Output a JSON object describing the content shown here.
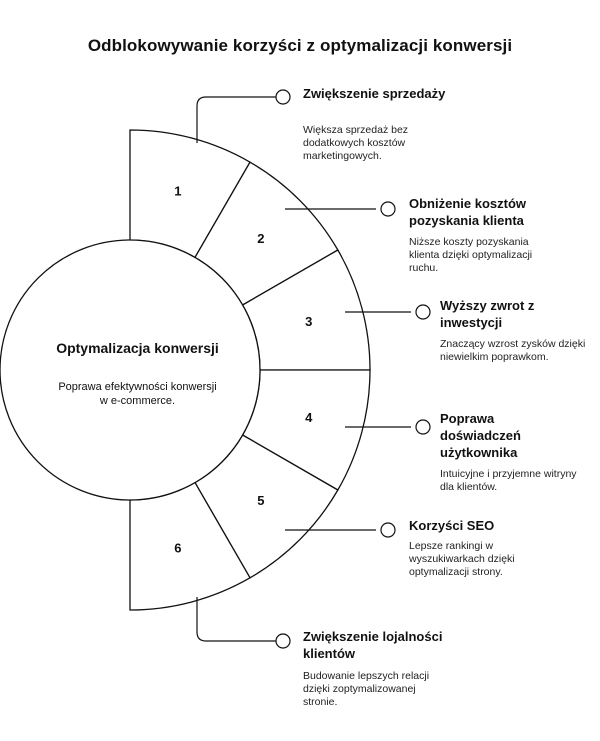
{
  "title": "Odblokowywanie korzyści z optymalizacji konwersji",
  "center": {
    "title": "Optymalizacja konwersji",
    "description": "Poprawa efektywności konwersji w e-commerce."
  },
  "segments": [
    {
      "number": "1",
      "title": "Zwiększenie sprzedaży",
      "description": "Większa sprzedaż bez dodatkowych kosztów marketingowych."
    },
    {
      "number": "2",
      "title": "Obniżenie kosztów pozyskania klienta",
      "description": "Niższe koszty pozyskania klienta dzięki optymalizacji ruchu."
    },
    {
      "number": "3",
      "title": "Wyższy zwrot z inwestycji",
      "description": "Znaczący wzrost zysków dzięki niewielkim poprawkom."
    },
    {
      "number": "4",
      "title": "Poprawa doświadczeń użytkownika",
      "description": "Intuicyjne i przyjemne witryny dla klientów."
    },
    {
      "number": "5",
      "title": "Korzyści SEO",
      "description": "Lepsze rankingi w wyszukiwarkach dzięki optymalizacji strony."
    },
    {
      "number": "6",
      "title": "Zwiększenie lojalności klientów",
      "description": "Budowanie lepszych relacji dzięki zoptymalizowanej stronie."
    }
  ]
}
